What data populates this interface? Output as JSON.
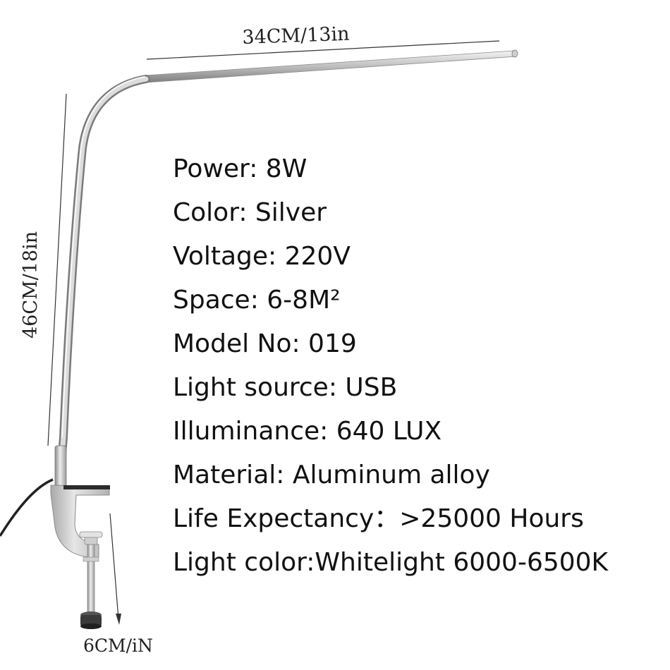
{
  "dimensions": {
    "arm_length": "34CM/13in",
    "height": "46CM/18in",
    "clamp_opening": "6CM/iN"
  },
  "specs": [
    {
      "label": "Power",
      "value": "8W",
      "text": "Power: 8W"
    },
    {
      "label": "Color",
      "value": "Silver",
      "text": "Color: Silver"
    },
    {
      "label": "Voltage",
      "value": "220V",
      "text": "Voltage: 220V"
    },
    {
      "label": "Space",
      "value": "6-8M²",
      "text": "Space: 6-8M²"
    },
    {
      "label": "Model No",
      "value": "019",
      "text": "Model No: 019"
    },
    {
      "label": "Light source",
      "value": "USB",
      "text": "Light source: USB"
    },
    {
      "label": "Illuminance",
      "value": "640 LUX",
      "text": "Illuminance: 640 LUX"
    },
    {
      "label": "Material",
      "value": "Aluminum alloy",
      "text": "Material: Aluminum alloy"
    },
    {
      "label": "Life Expectancy",
      "value": ">25000 Hours",
      "text": "Life Expectancy：>25000 Hours"
    },
    {
      "label": "Light color",
      "value": "Whitelight 6000-6500K",
      "text": "Light color:Whitelight 6000-6500K"
    }
  ],
  "colors": {
    "background": "#ffffff",
    "text": "#111111",
    "lamp_metal": "#c8c8c8",
    "lamp_shadow": "#8a8a8a"
  }
}
